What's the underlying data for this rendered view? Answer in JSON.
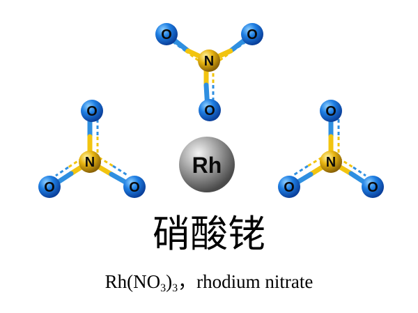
{
  "compound": {
    "name_zh": "硝酸铑",
    "formula": {
      "p1": "Rh(NO",
      "sub1": "3",
      "p2": ")",
      "sub2": "3",
      "sep": "，"
    },
    "name_en": "rhodium nitrate"
  },
  "atoms": {
    "metal": "Rh",
    "nitrogen": "N",
    "oxygen": "O"
  },
  "colors": {
    "oxygen": "#1a6fd6",
    "nitrogen": "#d4a20e",
    "rhodium": "#7a7a7a",
    "bond_blue": "#2f8fe0",
    "bond_yellow": "#f2c40f"
  }
}
